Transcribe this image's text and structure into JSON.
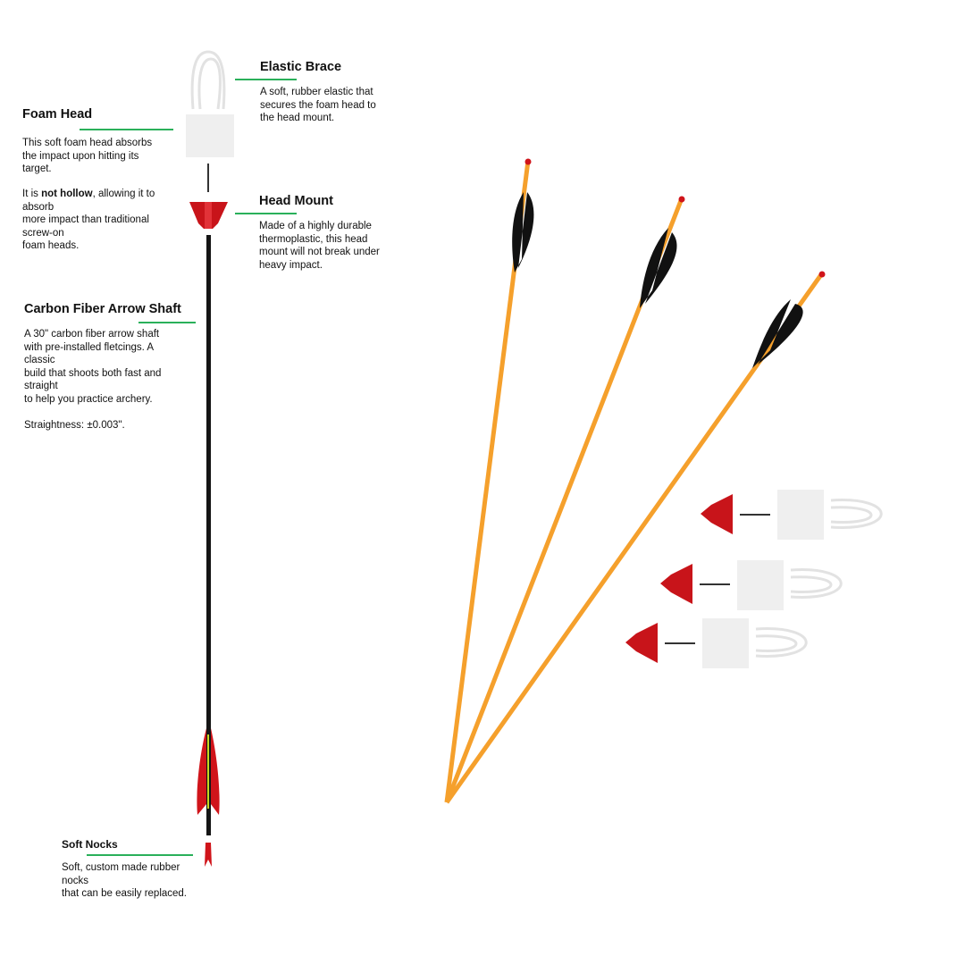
{
  "colors": {
    "accent_rule": "#2ab05a",
    "fletch_red": "#d0141a",
    "shaft_orange": "#f5a02c",
    "fletch_black": "#111111"
  },
  "labels": {
    "elastic_brace": {
      "title": "Elastic Brace",
      "body": "A soft, rubber elastic that\nsecures the foam head to\nthe head mount."
    },
    "foam_head": {
      "title": "Foam Head",
      "body": "This soft foam head absorbs\nthe impact upon hitting its\ntarget.",
      "body2_pre": "It is ",
      "body2_bold": "not hollow",
      "body2_post": ", allowing it to\nabsorb\nmore impact than traditional\nscrew-on\nfoam heads."
    },
    "head_mount": {
      "title": "Head Mount",
      "body": "Made of a highly durable\nthermoplastic, this head\nmount will not break under\nheavy impact."
    },
    "shaft": {
      "title": "Carbon Fiber Arrow Shaft",
      "body": "A 30\" carbon fiber arrow shaft\nwith pre-installed fletcings. A\nclassic\nbuild that shoots both fast and\nstraight\nto help you practice archery.\n\nStraightness: ±0.003\"."
    },
    "nocks": {
      "title": "Soft Nocks",
      "body": "Soft, custom made rubber\nnocks\nthat can be easily replaced."
    }
  }
}
